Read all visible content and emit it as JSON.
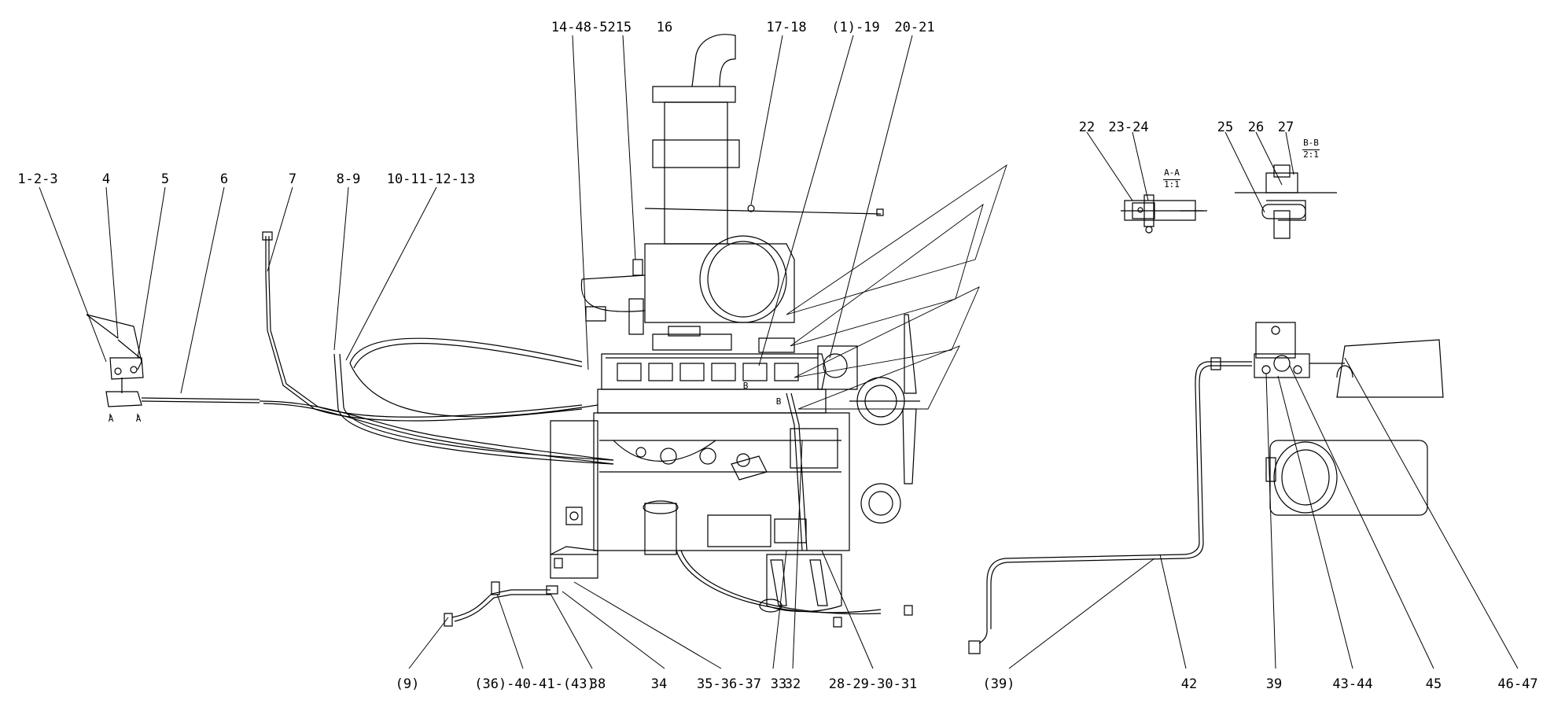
{
  "callouts": {
    "c1_2_3": "1-2-3",
    "c4": "4",
    "c5": "5",
    "c6": "6",
    "c7": "7",
    "c8_9": "8-9",
    "c10_13": "10-11-12-13",
    "c14_48_52_15": "14-48-5215",
    "c16": "16",
    "c17_18": "17-18",
    "c1_19": "(1)-19",
    "c20_21": "20-21",
    "c22": "22",
    "c23_24": "23-24",
    "c25": "25",
    "c26": "26",
    "c27": "27",
    "b9": "(9)",
    "b36_40_41_43": "(36)-40-41-(43)",
    "b38": "38",
    "b34": "34",
    "b35_36_37": "35-36-37",
    "b33": "33",
    "b32": "32",
    "b28_31": "28-29-30-31",
    "b39p": "(39)",
    "b42": "42",
    "b39": "39",
    "b43_44": "43-44",
    "b45": "45",
    "b46_47": "46-47"
  },
  "section_labels": {
    "aa_title": "A-A",
    "aa_scale": "1:1",
    "bb_title": "B-B",
    "bb_scale": "2:1",
    "marker_a1": "A",
    "marker_a2": "A",
    "marker_b1": "B",
    "marker_b2": "B"
  }
}
